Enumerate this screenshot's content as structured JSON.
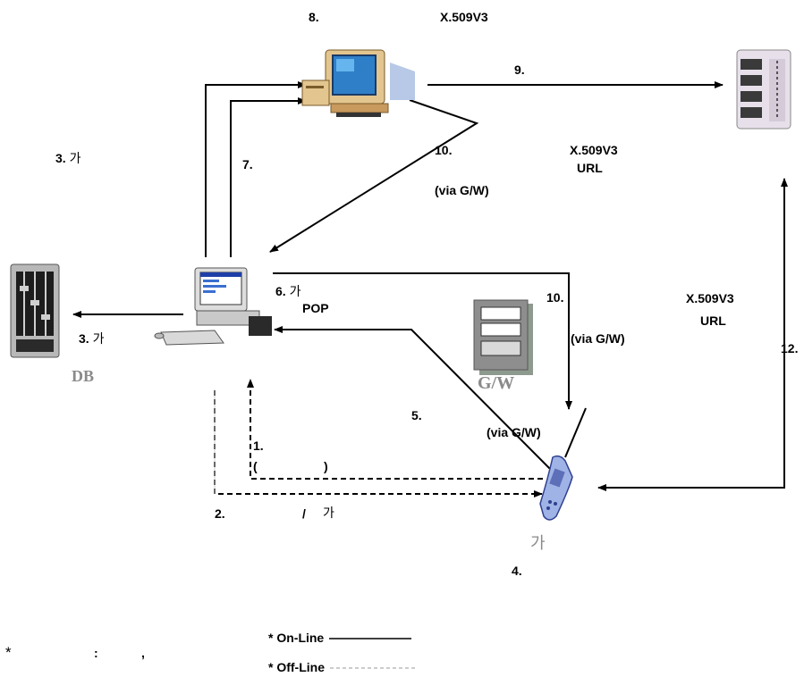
{
  "step_labels": {
    "s8": "8.",
    "s8_cert": "X.509V3",
    "s9": "9.",
    "s3a_num": "3.",
    "s3a_text": "가",
    "s7": "7.",
    "s10a": "10.",
    "s10a_via": "(via G/W)",
    "s10a_cert": "X.509V3",
    "s10a_url": "URL",
    "s6_num": "6.",
    "s6_text": "가",
    "s6_pop": "POP",
    "s3b_num": "3.",
    "s3b_text": "가",
    "s10b": "10.",
    "s10b_via": "(via G/W)",
    "s12_cert": "X.509V3",
    "s12_url": "URL",
    "s12": "12.",
    "s5": "5.",
    "s5_via": "(via G/W)",
    "s1": "1.",
    "s1_paren_open": "(",
    "s1_paren_close": ")",
    "s2": "2.",
    "s2_slash": "/",
    "s2_text": "가",
    "s4": "4."
  },
  "nodes": {
    "db_label": "DB",
    "gw_label": "G/W",
    "phone_label": "가"
  },
  "legend": {
    "note_star": "*",
    "note_colon": ":",
    "note_comma": ",",
    "online": "* On-Line",
    "offline": "* Off-Line"
  },
  "colors": {
    "line": "#000000",
    "gray_text": "#8a8a8a",
    "monitor_blue": "#3d8ccf",
    "beige": "#e6d8b8",
    "gw_box": "#8e8e8e"
  }
}
